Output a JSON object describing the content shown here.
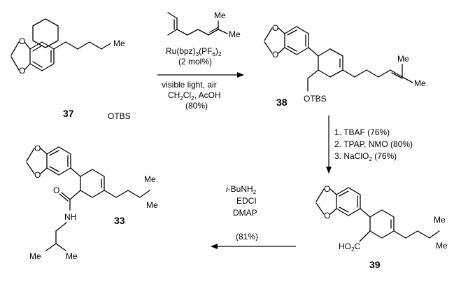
{
  "compounds": {
    "c37": "37",
    "c38": "38",
    "c39": "39",
    "c33": "33"
  },
  "atoms": {
    "O": "O",
    "OTBS": "OTBS",
    "Me": "Me",
    "NH": "NH",
    "HO2C_main": "HO",
    "HO2C_sub": "2",
    "HO2C_end": "C"
  },
  "step1": {
    "catalyst_main": "Ru(bpz)",
    "catalyst_sub1": "3",
    "catalyst_mid": "(PF",
    "catalyst_sub2": "6",
    "catalyst_end": ")",
    "catalyst_sub3": "2",
    "loading": "(2 mol%)",
    "conditions": "visible light, air",
    "solvent_main": "CH",
    "solvent_sub1": "2",
    "solvent_mid": "Cl",
    "solvent_sub2": "2",
    "solvent_end": ", AcOH",
    "yield": "(80%)"
  },
  "step2": {
    "line1": "1. TBAF (76%)",
    "line2": "2. TPAP, NMO (80%)",
    "line3_main": "3. NaClO",
    "line3_sub": "2",
    "line3_end": " (76%)"
  },
  "step3": {
    "amine_ital": "i",
    "amine_main": "-BuNH",
    "amine_sub": "2",
    "reagent1": "EDCI",
    "reagent2": "DMAP",
    "yield": "(81%)"
  }
}
